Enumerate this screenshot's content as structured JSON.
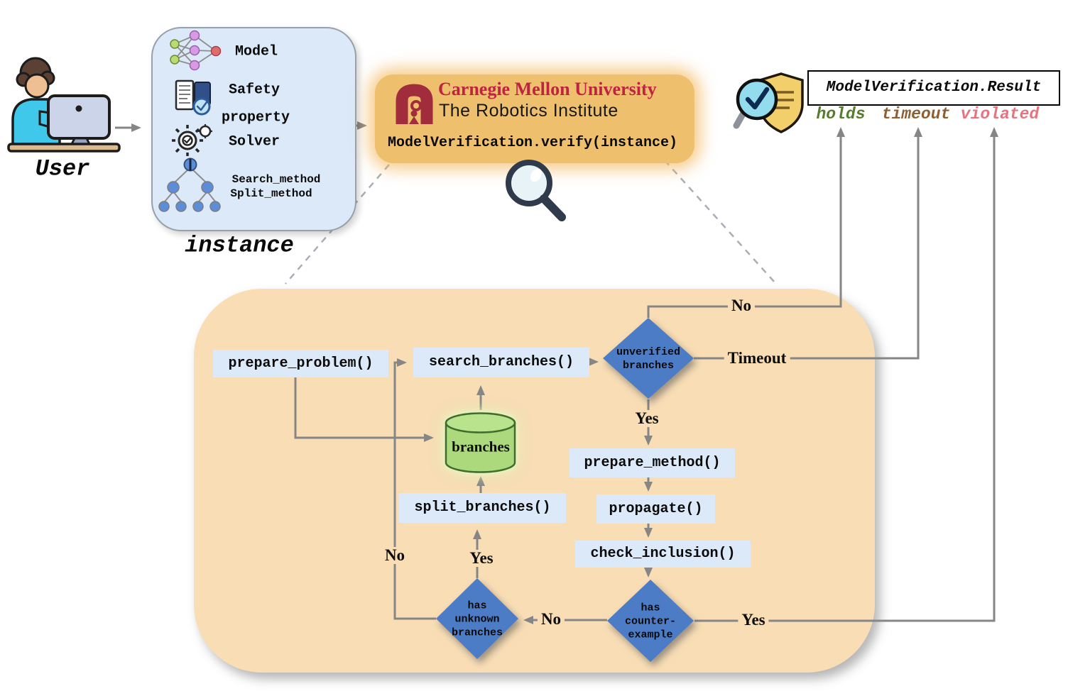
{
  "palette": {
    "wire_gray": "#868686",
    "flow_bg": "#f8ddb5",
    "process_bg": "#dce9f8",
    "diamond_blue": "#4d7cc7",
    "cylinder_green": "#abd97c",
    "cmu_box_orange": "#eec06e",
    "cmu_red": "#bf2340",
    "holds_green": "#567d2e",
    "timeout_brown": "#8d5f33",
    "violated_pink": "#e7737f"
  },
  "user": {
    "caption": "User"
  },
  "instance": {
    "caption": "instance",
    "rows": [
      {
        "icon": "neural-network-icon",
        "lines": [
          "Model"
        ]
      },
      {
        "icon": "safety-property-icon",
        "lines": [
          "Safety",
          "property"
        ]
      },
      {
        "icon": "solver-gear-icon",
        "lines": [
          "Solver"
        ]
      },
      {
        "icon": "search-tree-icon",
        "lines": [
          "Search_method",
          "Split_method"
        ]
      }
    ]
  },
  "cmu": {
    "university": "Carnegie Mellon University",
    "institute": "The Robotics Institute",
    "call": "ModelVerification.verify(instance)"
  },
  "result": {
    "title": "ModelVerification.Result",
    "outcomes": [
      {
        "label": "holds"
      },
      {
        "label": "timeout"
      },
      {
        "label": "violated"
      }
    ]
  },
  "flow": {
    "boxes": [
      {
        "label": "prepare_problem()"
      },
      {
        "label": "search_branches()"
      },
      {
        "label": "split_branches()"
      },
      {
        "label": "prepare_method()"
      },
      {
        "label": "propagate()"
      },
      {
        "label": "check_inclusion()"
      }
    ],
    "store": {
      "label": "branches"
    },
    "decisions": [
      {
        "lines": [
          "unverified",
          "branches"
        ]
      },
      {
        "lines": [
          "has",
          "unknown",
          "branches"
        ]
      },
      {
        "lines": [
          "has",
          "counter-",
          "example"
        ]
      }
    ],
    "edge_labels": {
      "no_top": "No",
      "timeout": "Timeout",
      "yes_to_method": "Yes",
      "no_loop": "No",
      "yes_split": "Yes",
      "no_between": "No",
      "yes_violated": "Yes"
    }
  }
}
